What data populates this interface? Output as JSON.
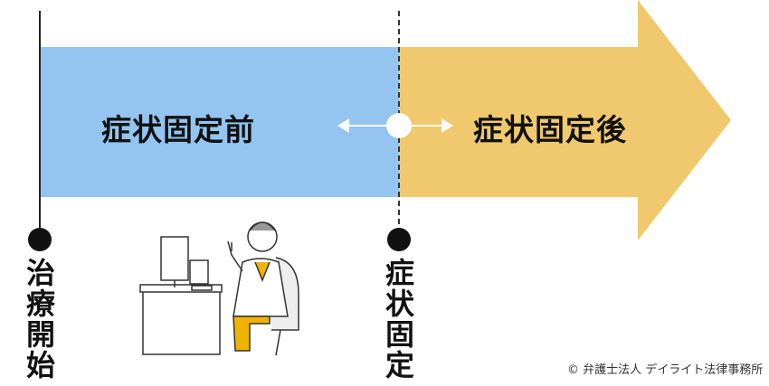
{
  "phases": {
    "before": "症状固定前",
    "after": "症状固定後"
  },
  "milestones": {
    "start": "治療開始",
    "fixed": "症状固定"
  },
  "copyright": "© 弁護士法人 デイライト法律事務所",
  "colors": {
    "before": "#93c5f0",
    "after": "#f0c96e"
  }
}
